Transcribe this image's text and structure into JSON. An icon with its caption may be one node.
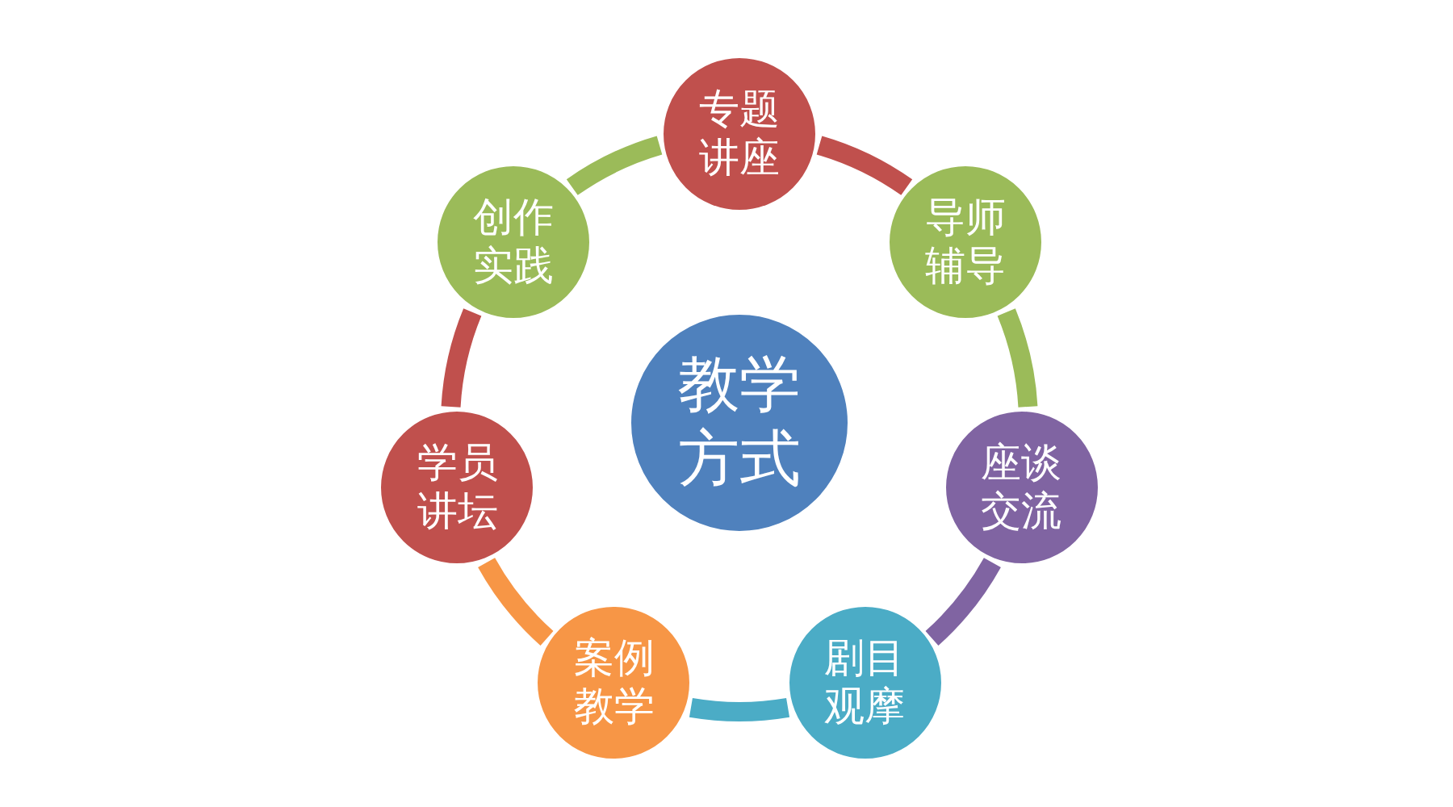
{
  "diagram": {
    "nodes": [
      {
        "text": [
          "教学方式"
        ]
      },
      {
        "text": [
          "专题讲座"
        ]
      },
      {
        "text": [
          "导师辅导"
        ]
      },
      {
        "text": [
          "座谈交流"
        ]
      },
      {
        "text": [
          "剧目观摩"
        ]
      },
      {
        "text": [
          "案例教学"
        ]
      },
      {
        "text": [
          "学员讲坛"
        ]
      },
      {
        "text": [
          "创作实践"
        ]
      }
    ],
    "edges": [
      {
        "from": 1,
        "to": 2,
        "arrow": "none",
        "color": "#c0504d"
      },
      {
        "from": 2,
        "to": 3,
        "arrow": "none",
        "color": "#9bbb59"
      },
      {
        "from": 3,
        "to": 4,
        "arrow": "none",
        "color": "#8064a2"
      },
      {
        "from": 4,
        "to": 5,
        "arrow": "none",
        "color": "#4bacc6"
      },
      {
        "from": 5,
        "to": 6,
        "arrow": "none",
        "color": "#f79646"
      },
      {
        "from": 6,
        "to": 7,
        "arrow": "none",
        "color": "#c0504d"
      },
      {
        "from": 7,
        "to": 1,
        "arrow": "none",
        "color": "#9bbb59"
      }
    ]
  }
}
